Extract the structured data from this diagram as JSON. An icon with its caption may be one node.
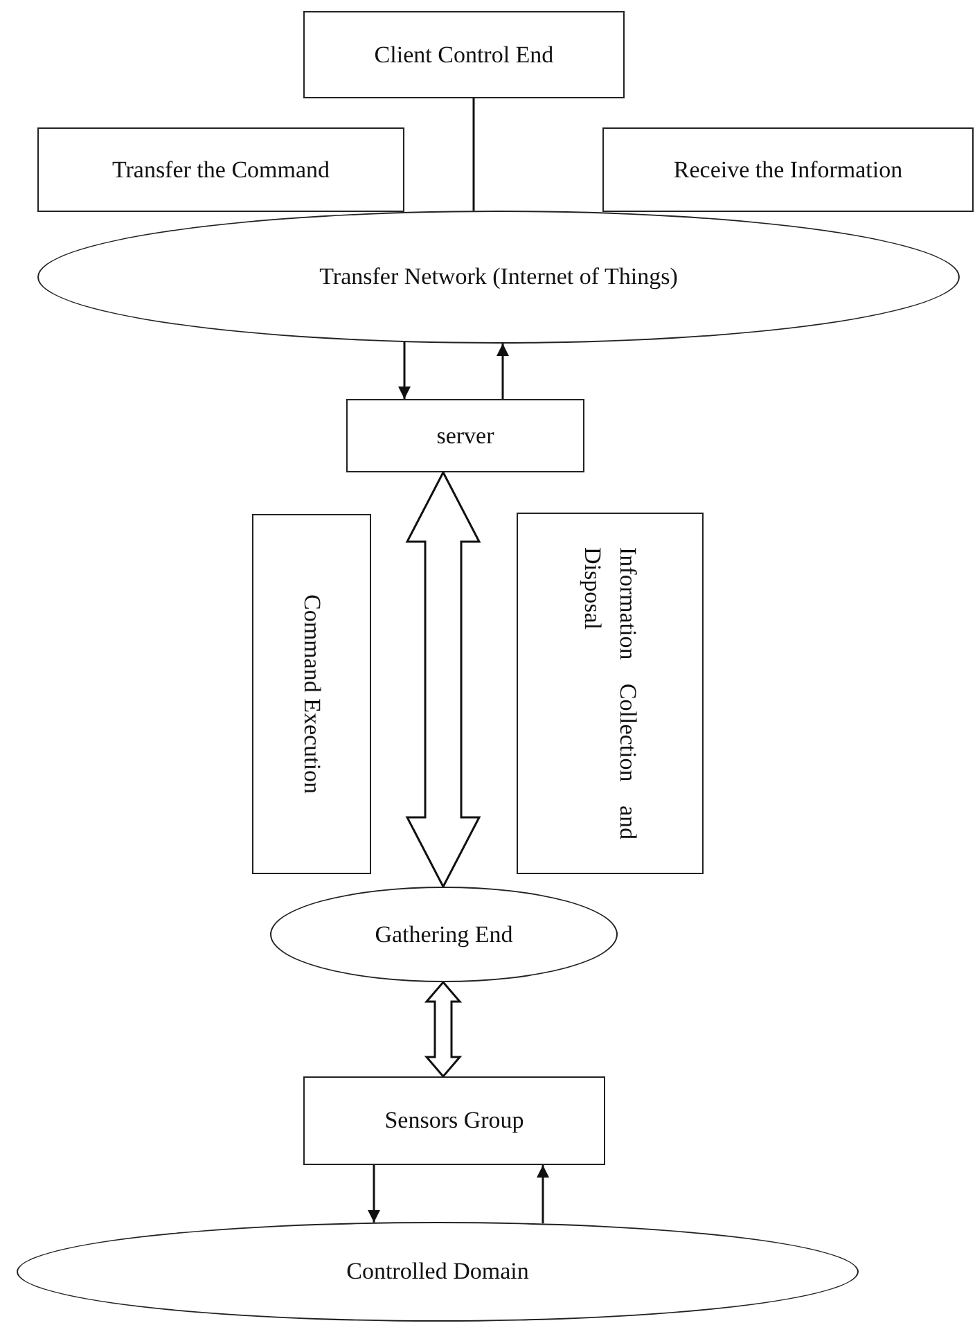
{
  "diagram": {
    "nodes": [
      {
        "text": [
          "Client Control End"
        ]
      },
      {
        "text": [
          "Transfer the Command"
        ]
      },
      {
        "text": [
          "Receive the Information"
        ]
      },
      {
        "text": [
          "Transfer Network (Internet of Things)"
        ]
      },
      {
        "text": [
          "server"
        ]
      },
      {
        "text": [
          "Command Execution"
        ]
      },
      {
        "text": [
          "Information Collection and Disposal"
        ]
      },
      {
        "text": [
          "Gathering End"
        ]
      },
      {
        "text": [
          "Sensors Group"
        ]
      },
      {
        "text": [
          "Controlled Domain"
        ]
      }
    ],
    "edges": [
      {
        "from": 0,
        "to": 3,
        "arrow": "none"
      },
      {
        "from": 3,
        "to": 4,
        "arrow": "to"
      },
      {
        "from": 4,
        "to": 3,
        "arrow": "to"
      },
      {
        "from": 4,
        "to": 7,
        "arrow": "both",
        "style": "thick"
      },
      {
        "from": 7,
        "to": 8,
        "arrow": "both",
        "style": "thick"
      },
      {
        "from": 8,
        "to": 9,
        "arrow": "to"
      },
      {
        "from": 9,
        "to": 8,
        "arrow": "to"
      }
    ]
  }
}
